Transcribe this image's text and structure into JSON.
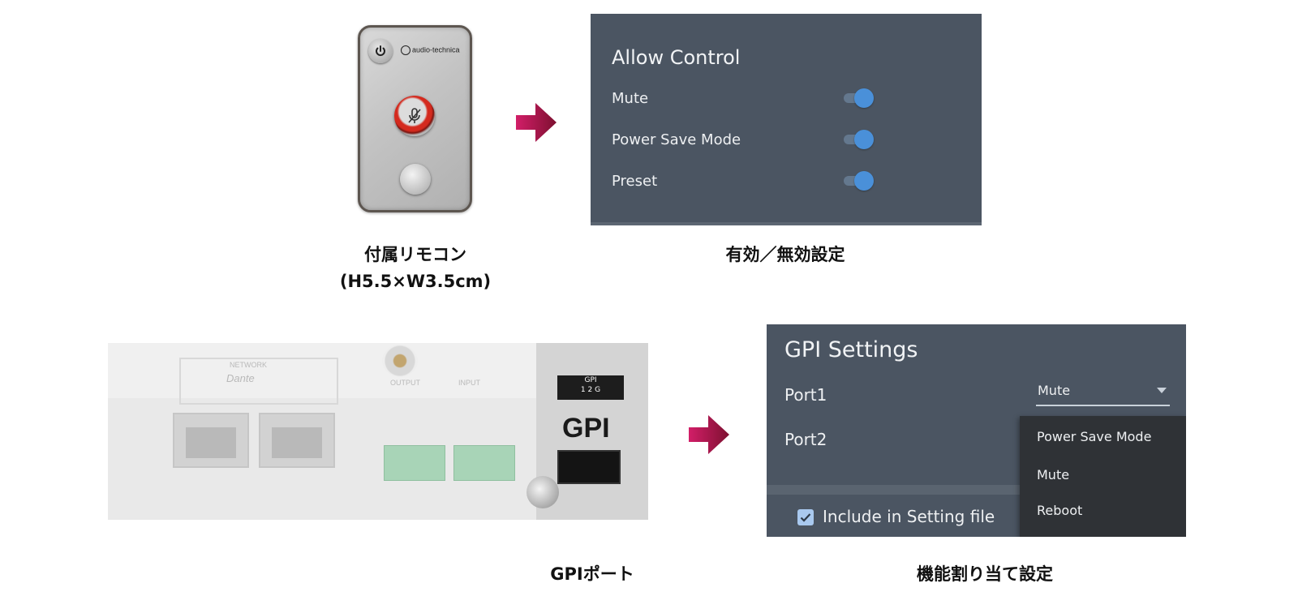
{
  "remote": {
    "brand": "audio-technica",
    "caption_line1": "付属リモコン",
    "caption_line2": "(H5.5×W3.5cm)"
  },
  "allow_control": {
    "title": "Allow Control",
    "items": [
      {
        "label": "Mute",
        "enabled": true
      },
      {
        "label": "Power Save Mode",
        "enabled": true
      },
      {
        "label": "Preset",
        "enabled": true
      }
    ],
    "caption": "有効／無効設定"
  },
  "gpi_photo": {
    "gpi_label": "GPI",
    "gpi_header": "GPI",
    "gpi_pins": "1 2 G",
    "network_label": "NETWORK",
    "dante_label": "Dante",
    "output_label": "OUTPUT",
    "input_label": "INPUT",
    "caption": "GPIポート"
  },
  "gpi_settings": {
    "title": "GPI Settings",
    "port1_label": "Port1",
    "port1_value": "Mute",
    "port2_label": "Port2",
    "menu_options": [
      "Power Save Mode",
      "Mute",
      "Reboot"
    ],
    "include_label": "Include in Setting file",
    "include_checked": true,
    "caption": "機能割り当て設定"
  },
  "colors": {
    "panel_bg": "#4b5562",
    "toggle_on": "#4a90d9",
    "arrow": "#b4174f",
    "menu_bg": "#2f3236"
  }
}
